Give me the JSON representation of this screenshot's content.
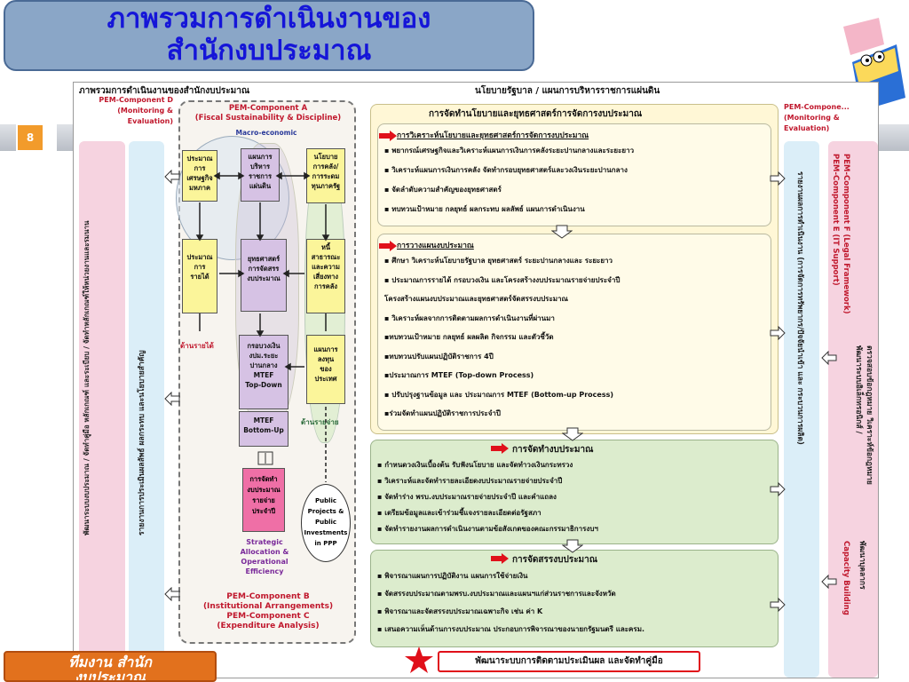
{
  "title": {
    "line1": "ภาพรวมการดำเนินงานของ",
    "line2": "สำนักงบประมาณ"
  },
  "slide_number": "8",
  "bottom_button": {
    "line1": "ทีมงาน สำนัก",
    "line2": "งบประมาณ"
  },
  "diagram": {
    "heading_left": "ภาพรวมการดำเนินงานของสำนักงบประมาณ",
    "heading_center": "นโยบายรัฐบาล / แผนการบริหารราชการแผ่นดิน",
    "comp_d": [
      "PEM-Component D",
      "(Monitoring &",
      "Evaluation)"
    ],
    "comp_d_right": [
      "PEM-Compone...",
      "(Monitoring &",
      "Evaluation)"
    ],
    "comp_a": [
      "PEM-Component A",
      "(Fiscal Sustainability & Discipline)"
    ],
    "macro": "Macro-economic",
    "left_vert_outer": "พัฒนาระบบงบประมาณ / จัดทำคู่มือ หลักเกณฑ์ และระเบียบ / จัดทำหลักเกณฑ์ให้หน่วยงานและรมนาน",
    "left_vert_inner": "รายงานการประเมินผลลัพธ์ ผลกระทบ และนโยบายสำคัญ",
    "right_vert_inner": "รายงานผลการดำเนินงาน (การจัดการทรัพยากร/ปัจจัยนำเข้า และ กระบวนการผลิต)",
    "right_vert_e": "PEM-Component E (IT Support)",
    "right_vert_e2": "พัฒนาระบบอิเล็กทรอนิกส์ /",
    "right_vert_f": "PEM-Component F (Legal Framework)",
    "right_vert_f2": "ตรวจสอบข้อกฎหมาย วิเคราะห์ข้อกฎหมาย",
    "right_vert_g": "Capacity Building",
    "right_vert_g2": "พัฒนาบุคลากร",
    "boxes": {
      "macro_budget": [
        "ประมาณ",
        "การ",
        "เศรษฐกิจ",
        "มหภาค"
      ],
      "admin_plan": [
        "แผนการ",
        "บริหาร",
        "ราชการ",
        "แผ่นดิน"
      ],
      "fiscal_policy": [
        "นโยบาย",
        "การคลัง/",
        "การระดม",
        "ทุนภาครัฐ"
      ],
      "revenue_est": [
        "ประมาณ",
        "การ",
        "รายได้"
      ],
      "strategy": [
        "ยุทธศาสตร์",
        "การจัดสรร",
        "งบประมาณ"
      ],
      "public_debt": [
        "หนี้",
        "สาธารณะ",
        "และความ",
        "เสี่ยงทาง",
        "การคลัง"
      ],
      "mtef": [
        "กรอบวงเงิน",
        "งปม.ระยะ",
        "ปานกลาง",
        "MTEF",
        "Top-Down"
      ],
      "mtef_bottom": [
        "MTEF",
        "Bottom-Up"
      ],
      "invest_plan": [
        "แผนการ",
        "ลงทุน",
        "ของ",
        "ประเทศ"
      ],
      "budget_alloc": [
        "การจัดทำ",
        "งบประมาณ",
        "รายจ่าย",
        "ประจำปี"
      ],
      "ppp": [
        "Public",
        "Projects &",
        "Public",
        "Investments",
        "in PPP"
      ]
    },
    "label_revenue": "ด้านรายได้",
    "label_expense": "ด้านรายจ่าย",
    "strategic": [
      "Strategic",
      "Allocation &",
      "Operational",
      "Efficiency"
    ],
    "comp_b": [
      "PEM-Component B",
      "(Institutional Arrangements)"
    ],
    "comp_c": [
      "PEM-Component C",
      "(Expenditure Analysis)"
    ],
    "main_header": "การจัดทำนโยบายและยุทธศาสตร์การจัดการงบประมาณ",
    "panel1": {
      "head": "การวิเคราะห์นโยบายและยุทธศาสตร์การจัดการงบประมาณ",
      "items": [
        "▪ พยากรณ์เศรษฐกิจและวิเคราะห์แผนการเงินการคลังระยะปานกลางและระยะยาว",
        "▪ วิเคราะห์แผนการเงินการคลัง จัดทำกรอบยุทธศาสตร์และวงเงินระยะปานกลาง",
        "▪ จัดลำดับความสำคัญของยุทธศาสตร์",
        "▪ ทบทวนเป้าหมาย กลยุทธ์ ผลกระทบ ผลลัพธ์ แผนการดำเนินงาน"
      ]
    },
    "panel2": {
      "head": "การวางแผนงบประมาณ",
      "items": [
        "▪ ศึกษา วิเคราะห์นโยบายรัฐบาล ยุทธศาสตร์ ระยะปานกลางและ ระยะยาว",
        "▪ ประมาณการรายได้ กรอบวงเงิน และโครงสร้างงบประมาณรายจ่ายประจำปี",
        "โครงสร้างแผนงบประมาณและยุทธศาสตร์จัดสรรงบประมาณ",
        "▪ วิเคราะห์ผลจากการติดตามผลการดำเนินงานที่ผ่านมา",
        "▪ทบทวนเป้าหมาย กลยุทธ์ ผลผลิต กิจกรรม และตัวชี้วัด",
        "▪ทบทวนปรับแผนปฏิบัติราชการ 4ปี",
        "▪ประมาณการ MTEF (Top-down Process)",
        "▪ ปรับปรุงฐานข้อมูล และ ประมาณการ MTEF (Bottom-up Process)",
        "▪ร่วมจัดทำแผนปฏิบัติราชการประจำปี"
      ]
    },
    "panel3": {
      "head": "การจัดทำงบประมาณ",
      "items": [
        "▪ กำหนดวงเงินเบื้องต้น รับฟังนโยบาย และจัดทำวงเงินกระทรวง",
        "▪ วิเคราะห์และจัดทำรายละเอียดงบประมาณรายจ่ายประจำปี",
        "▪ จัดทำร่าง พรบ.งบประมาณรายจ่ายประจำปี และคำแถลง",
        "▪ เตรียมข้อมูลและเข้าร่วมชี้แจงรายละเอียดต่อรัฐสภา",
        "▪ จัดทำรายงานผลการดำเนินงานตามข้อสังเกตของคณะกรรมาธิการงบฯ"
      ]
    },
    "panel4": {
      "head": "การจัดสรรงบประมาณ",
      "items": [
        "▪ พิจารณาแผนการปฏิบัติงาน แผนการใช้จ่ายเงิน",
        "▪ จัดสรรงบประมาณตามพรบ.งบประมาณและแผนฯแก่ส่วนราชการและจังหวัด",
        "▪ พิจารณาและจัดสรรงบประมาณเฉพาะกิจ เช่น ค่า K",
        "▪ เสนอความเห็นด้านการงบประมาณ ประกอบการพิจารณาของนายกรัฐมนตรี และครม."
      ]
    },
    "bottom_box": "พัฒนาระบบการติดตามประเมินผล และจัดทำคู่มือ"
  },
  "colors": {
    "title_bg": "#8aa6c7",
    "title_text": "#1515d8",
    "accent_orange": "#e2711d",
    "red": "#e0101a",
    "pink_panel": "#f6d3e0",
    "blue_panel": "#dbeef8"
  }
}
